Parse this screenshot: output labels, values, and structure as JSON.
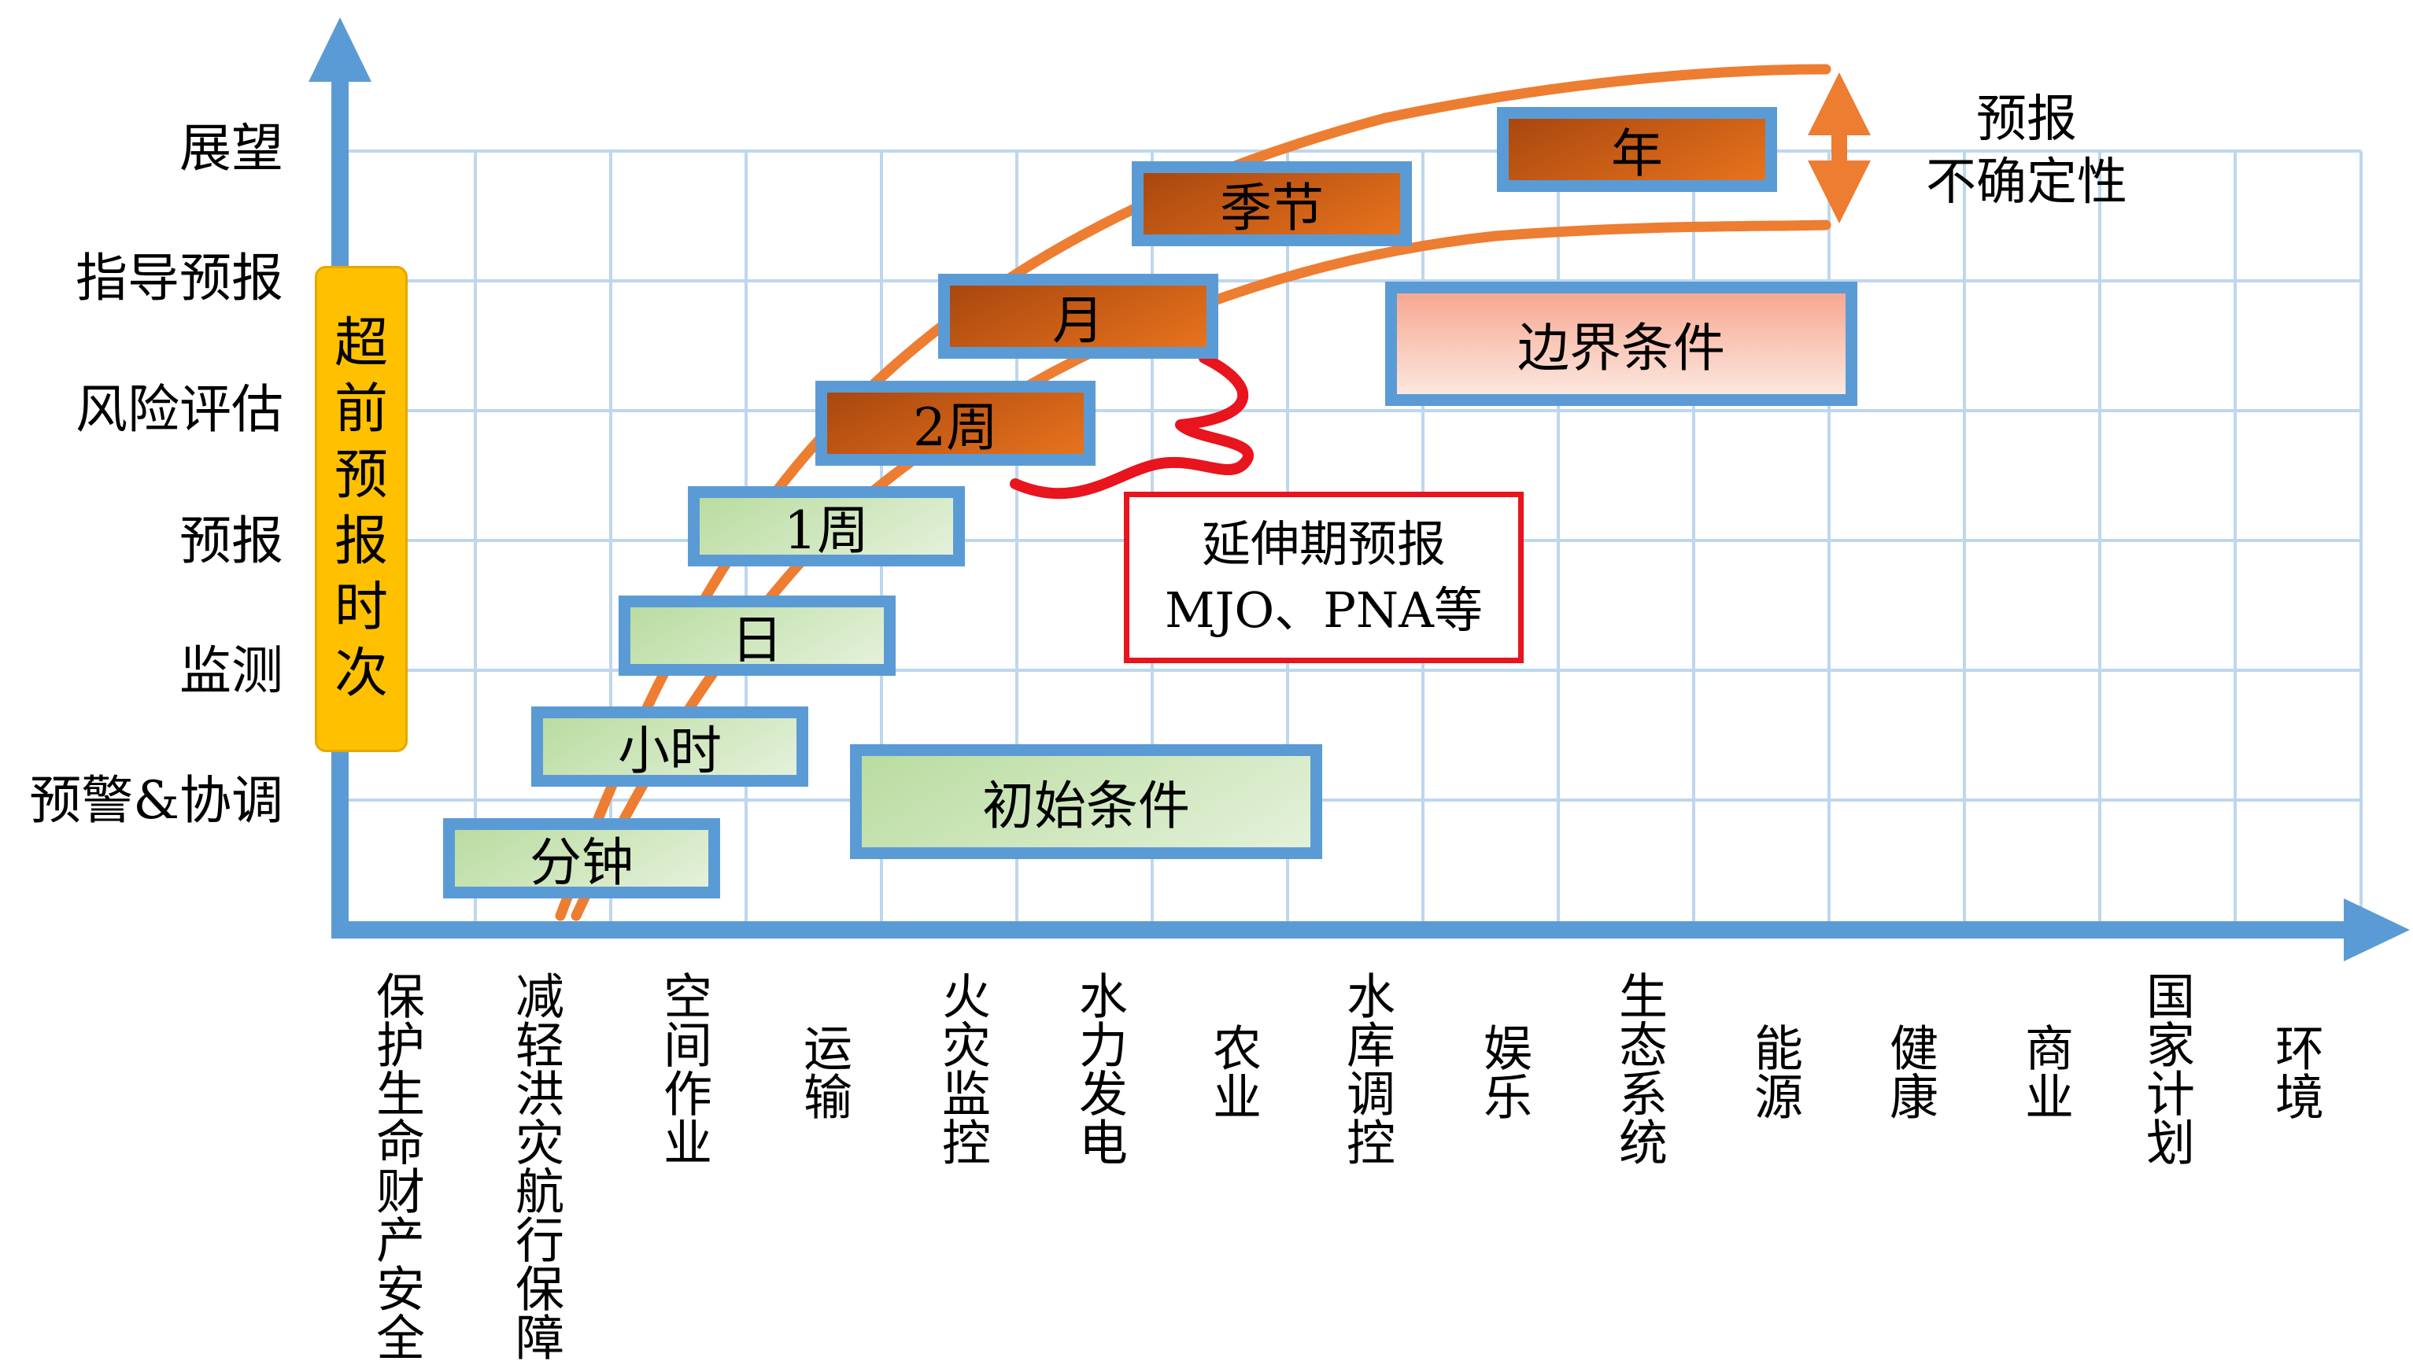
{
  "side_label": "超前预报时次",
  "y_axis_levels": [
    "展望",
    "指导预报",
    "风险评估",
    "预报",
    "监测",
    "预警&协调"
  ],
  "x_axis_sectors": [
    "保护生命财产安全",
    "减轻洪灾航行保障",
    "空间作业",
    "运输",
    "火灾监控",
    "水力发电",
    "农业",
    "水库调控",
    "娱乐",
    "生态系统",
    "能源",
    "健康",
    "商业",
    "国家计划",
    "环境"
  ],
  "timescale_boxes": {
    "minute": "分钟",
    "hour": "小时",
    "day": "日",
    "week1": "1周",
    "week2": "2周",
    "month": "月",
    "season": "季节",
    "year": "年"
  },
  "condition_boxes": {
    "initial": "初始条件",
    "boundary": "边界条件"
  },
  "extended_forecast": {
    "line1": "延伸期预报",
    "line2": "MJO、PNA等"
  },
  "uncertainty_label": {
    "line1": "预报",
    "line2": "不确定性"
  },
  "colors": {
    "axis": "#5b9bd5",
    "grid": "#bdd7ee",
    "uncertainty_band": "#ed7d31",
    "extended_range_highlight": "#e8141e",
    "lead_time_label_bg": "#ffc000"
  }
}
